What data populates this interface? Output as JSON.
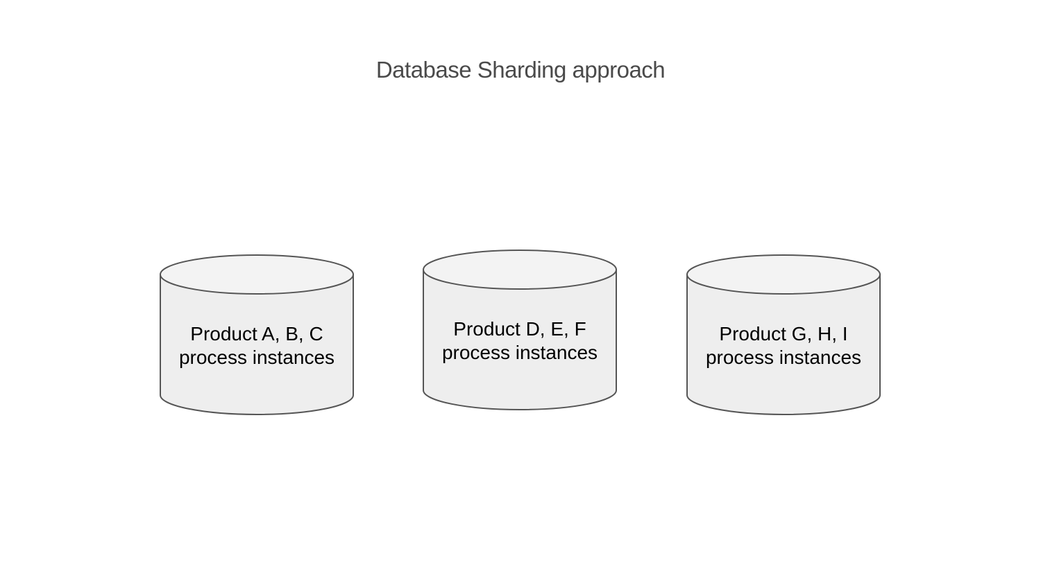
{
  "title": "Database Sharding approach",
  "shards": [
    {
      "line1": "Product A, B, C",
      "line2": "process instances"
    },
    {
      "line1": "Product D, E, F",
      "line2": "process instances"
    },
    {
      "line1": "Product G, H, I",
      "line2": "process instances"
    }
  ],
  "colors": {
    "cylinder_fill": "#eeeeee",
    "cylinder_top_fill": "#f3f3f3",
    "cylinder_stroke": "#555555",
    "title_text": "#4a4a4a",
    "label_text": "#000000"
  }
}
